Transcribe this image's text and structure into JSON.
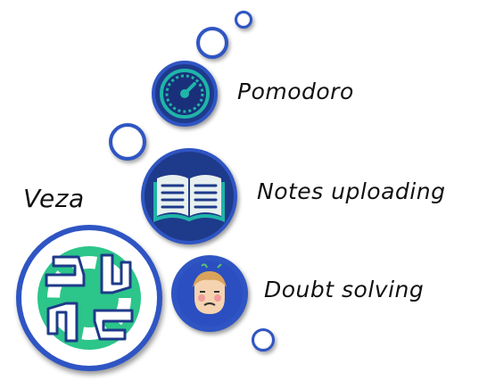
{
  "labels": {
    "pomodoro": "Pomodoro",
    "notes": "Notes uploading",
    "doubt": "Doubt solving",
    "app": "Veza"
  },
  "icons": {
    "pomodoro": "speedometer-icon",
    "notes": "open-book-icon",
    "doubt": "confused-face-icon",
    "app": "hands-circle-logo-icon"
  },
  "colors": {
    "ring_blue": "#2f55c4",
    "icon_teal": "#1fb5a8",
    "icon_navy": "#1e3a8a",
    "logo_green": "#2cc58a"
  }
}
